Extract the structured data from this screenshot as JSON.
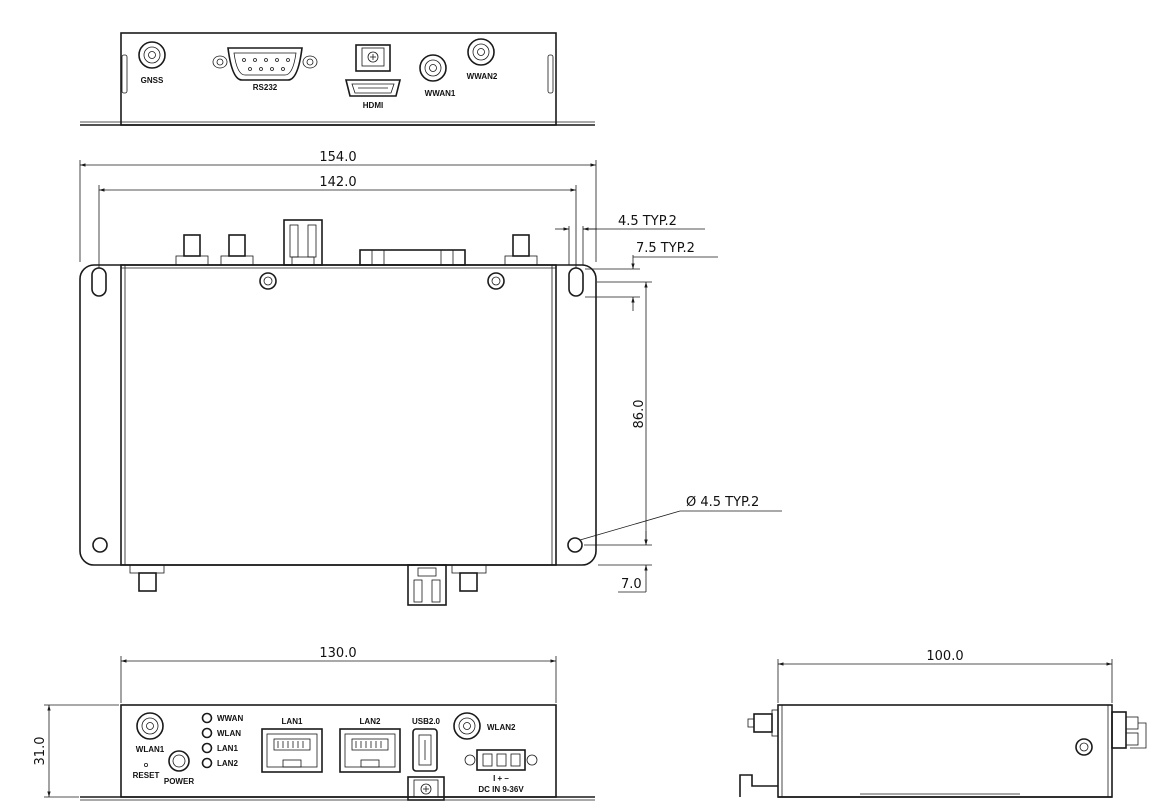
{
  "top_view": {
    "labels": {
      "gnss": "GNSS",
      "rs232": "RS232",
      "hdmi": "HDMI",
      "wwan1": "WWAN1",
      "wwan2": "WWAN2"
    }
  },
  "main_view": {
    "dims": {
      "overall_width": "154.0",
      "hole_spacing": "142.0",
      "slot_width": "4.5 TYP.2",
      "slot_length": "7.5 TYP.2",
      "hole_pitch_vertical": "86.0",
      "hole_diameter": "Ø 4.5 TYP.2",
      "bottom_offset": "7.0"
    }
  },
  "front_view": {
    "dims": {
      "width": "130.0",
      "height": "31.0"
    },
    "labels": {
      "wlan1": "WLAN1",
      "reset": "RESET",
      "power": "POWER",
      "led_wwan": "WWAN",
      "led_wlan": "WLAN",
      "led_lan1": "LAN1",
      "led_lan2": "LAN2",
      "lan1": "LAN1",
      "lan2": "LAN2",
      "usb": "USB2.0",
      "wlan2": "WLAN2",
      "dc_pins": "I + –",
      "dc_in": "DC  IN  9-36V"
    }
  },
  "side_view": {
    "dims": {
      "depth": "100.0"
    }
  }
}
